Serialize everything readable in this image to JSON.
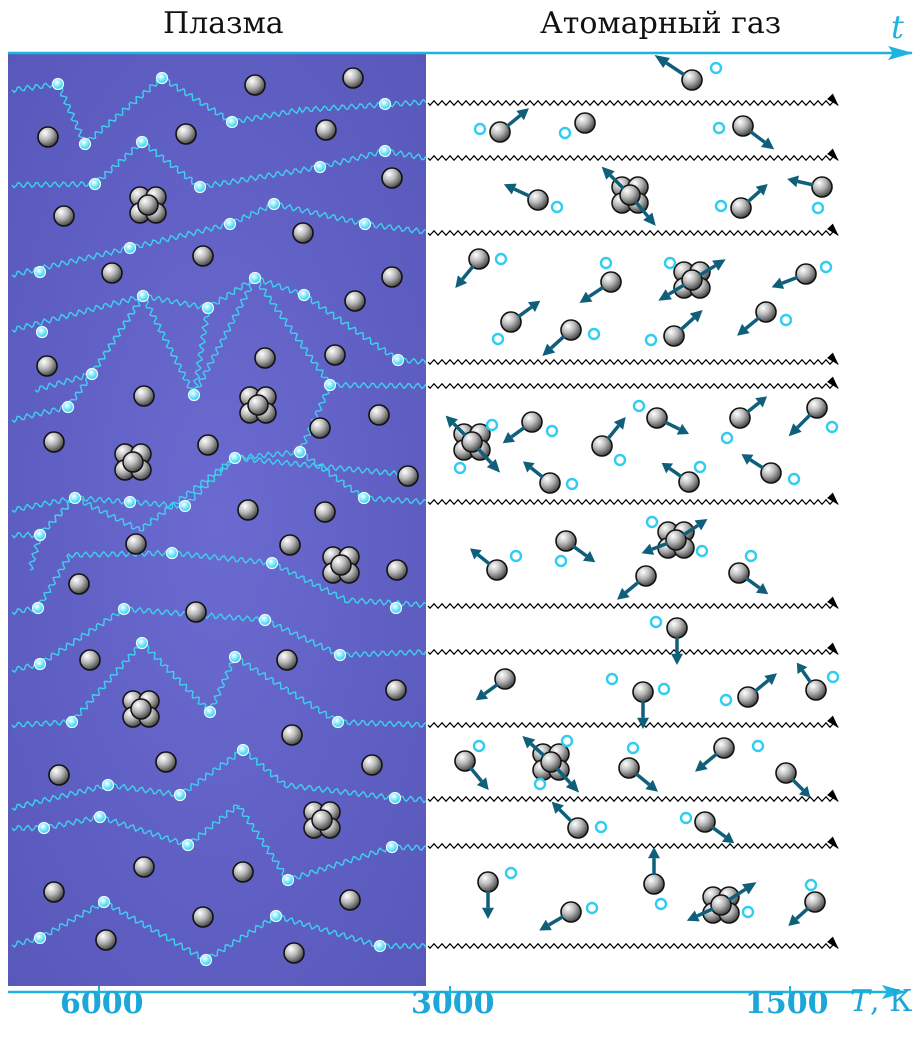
{
  "regions": {
    "plasma_label": "Плазма",
    "gas_label": "Атомарный газ"
  },
  "time_axis": {
    "symbol": "t"
  },
  "temperature_axis": {
    "symbol": "T",
    "unit": ", К",
    "ticks": [
      "6000",
      "3000",
      "1500"
    ]
  },
  "colors": {
    "plasma_bg": "#6262c8",
    "electron": "#2fd3f2",
    "photon_plasma": "#3fd0ee",
    "photon_gas": "#000000",
    "axis": "#1db4e0",
    "velocity_arrow": "#0f5f7a"
  }
}
